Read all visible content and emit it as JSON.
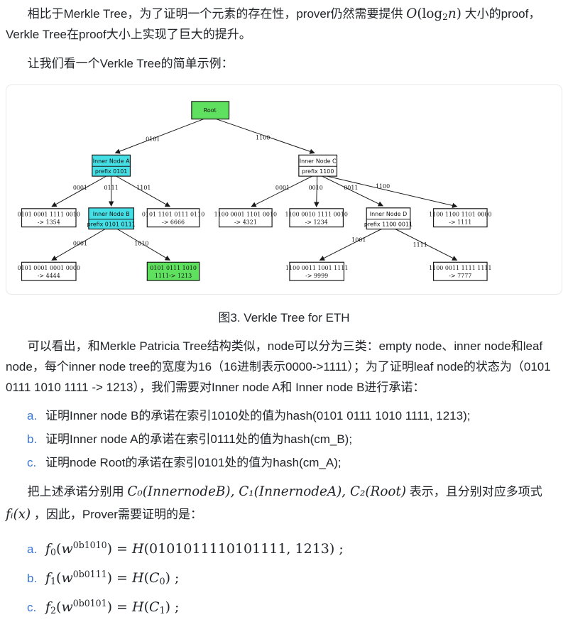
{
  "colors": {
    "accent_blue": "#3b76d6",
    "node_green": "#5fe05f",
    "node_cyan": "#45e0e6",
    "node_white": "#ffffff",
    "node_stroke": "#1a1a1a",
    "panel_border": "#e9e9ec",
    "body_text": "#212529"
  },
  "paragraphs": {
    "p1": {
      "seg1": "相比于Merkle Tree，为了证明一个元素的存在性，prover仍然需要提供 ",
      "m_O": "O",
      "m_lp": "(",
      "m_log": "log",
      "m_sub": "2",
      "m_n": "n",
      "m_rp": ")",
      "seg2": " 大小的proof，Verkle Tree在proof大小上实现了巨大的提升。"
    },
    "p2": "让我们看一个Verkle Tree的简单示例：",
    "p3": "可以看出，和Merkle Patricia Tree结构类似，node可以分为三类：empty node、inner node和leaf node，每个inner node tree的宽度为16（16进制表示0000->1111）；为了证明leaf node的状态为（0101 0111 1010 1111 -> 1213），我们需要对Inner node A和 Inner node B进行承诺：",
    "p4": {
      "seg1": "把上述承诺分别用 ",
      "math1": "C₀(InnernodeB), C₁(InnernodeA), C₂(Root)",
      "seg2": " 表示，且分别对应多项式 ",
      "math2": "fᵢ(x)",
      "seg3": " ，因此，Prover需要证明的是："
    }
  },
  "figure": {
    "caption": "图3. Verkle Tree for ETH",
    "nodes": {
      "root": {
        "label": "Root"
      },
      "inner_a": {
        "title": "Inner Node A",
        "prefix": "prefix 0101"
      },
      "inner_b": {
        "title": "Inner Node B",
        "prefix": "prefix 0101 0111"
      },
      "inner_c": {
        "title": "Inner Node C",
        "prefix": "prefix 1100"
      },
      "inner_d": {
        "title": "Inner Node D",
        "prefix": "prefix 1100 0011"
      },
      "leaf_1354": {
        "line1": "0101 0001 1111 0010",
        "line2": "-> 1354"
      },
      "leaf_6666": {
        "line1": "0101 1101 0111 0110",
        "line2": "-> 6666"
      },
      "leaf_4321": {
        "line1": "1100 0001 1101 0010",
        "line2": "-> 4321"
      },
      "leaf_1234": {
        "line1": "1100 0010 1111 0010",
        "line2": "-> 1234"
      },
      "leaf_1111": {
        "line1": "1100 1100 1101 0000",
        "line2": "-> 1111"
      },
      "leaf_4444": {
        "line1": "0101 0001 0001 0000",
        "line2": "-> 4444"
      },
      "leaf_1213": {
        "line1": "0101 0111 1010",
        "line2": "1111-> 1213"
      },
      "leaf_9999": {
        "line1": "1100 0011 1001 1111",
        "line2": "-> 9999"
      },
      "leaf_7777": {
        "line1": "1100 0011 1111 1111",
        "line2": "-> 7777"
      }
    },
    "edge_labels": {
      "root_a": "0101",
      "root_c": "1100",
      "a_1354": "0001",
      "a_b": "0111",
      "a_6666": "1101",
      "c_4321": "0001",
      "c_1234": "0010",
      "c_d": "0011",
      "c_1111": "1100",
      "b_4444": "0001",
      "b_1213": "1010",
      "d_9999": "1001",
      "d_7777": "1111"
    }
  },
  "lists": {
    "commitments": [
      {
        "marker": "a.",
        "text": "证明Inner node B的承诺在索引1010处的值为hash(0101 0111 1010 1111, 1213);"
      },
      {
        "marker": "b.",
        "text": "证明Inner node A的承诺在索引0111处的值为hash(cm_B);"
      },
      {
        "marker": "c.",
        "text": "证明node Root的承诺在索引0101处的值为hash(cm_A);"
      }
    ],
    "proofs": [
      {
        "marker": "a.",
        "f": "f",
        "fsub": "0",
        "lp": "(",
        "w": "w",
        "sup": "0b1010",
        "mid": ") = ",
        "H": "H",
        "arg_pre": "(0101011110101111, 1213",
        "arg_it": "",
        "arg_sub": "",
        "arg_post": ") ;"
      },
      {
        "marker": "b.",
        "f": "f",
        "fsub": "1",
        "lp": "(",
        "w": "w",
        "sup": "0b0111",
        "mid": ") = ",
        "H": "H",
        "arg_pre": "(",
        "arg_it": "C",
        "arg_sub": "0",
        "arg_post": ") ;"
      },
      {
        "marker": "c.",
        "f": "f",
        "fsub": "2",
        "lp": "(",
        "w": "w",
        "sup": "0b0101",
        "mid": ") = ",
        "H": "H",
        "arg_pre": "(",
        "arg_it": "C",
        "arg_sub": "1",
        "arg_post": ") ;"
      }
    ]
  }
}
